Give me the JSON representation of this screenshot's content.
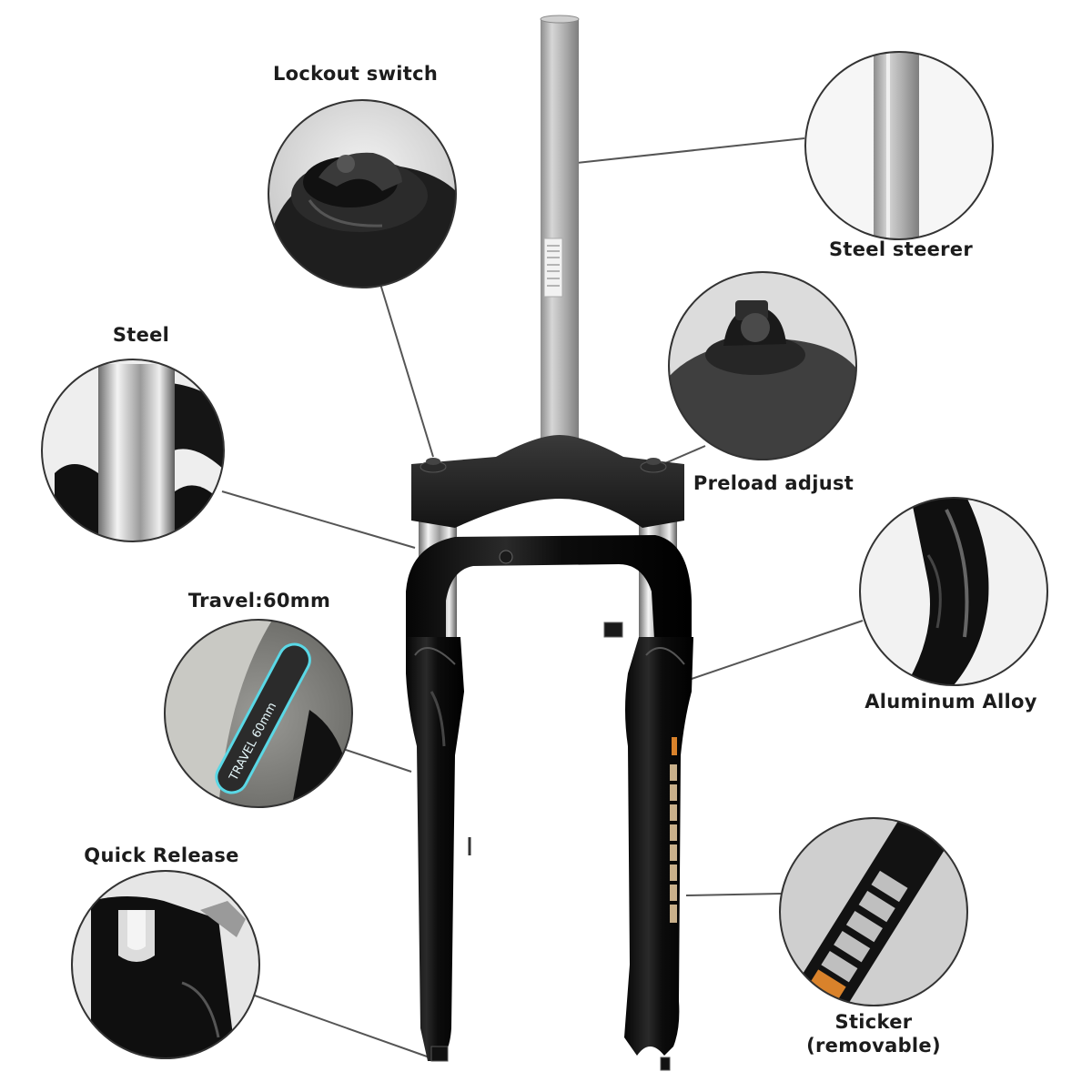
{
  "labels": {
    "lockout_switch": "Lockout switch",
    "steel_steerer": "Steel steerer",
    "steel": "Steel",
    "preload_adjust": "Preload adjust",
    "travel": "Travel:60mm",
    "aluminum_alloy": "Aluminum Alloy",
    "quick_release": "Quick Release",
    "sticker_line1": "Sticker",
    "sticker_line2": "(removable)"
  },
  "decals": {
    "travel_decal": "TRAVEL 60mm"
  },
  "colors": {
    "fork_black": "#141414",
    "steerer_silver": "#b9b9b9",
    "stanchion_chrome": "#d8d8d8",
    "accent_orange": "#d9822b",
    "decal_cyan": "#5ad8e6"
  }
}
